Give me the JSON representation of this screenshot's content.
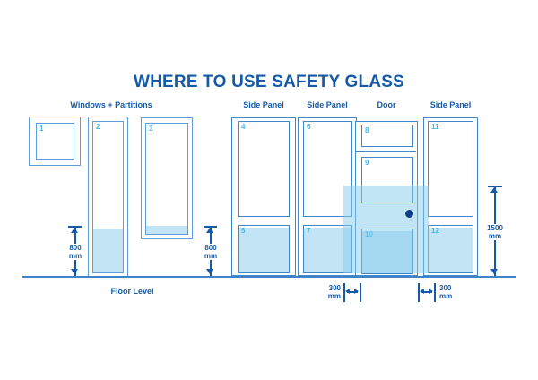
{
  "diagram": {
    "title": "WHERE TO USE SAFETY GLASS",
    "section_labels": {
      "windows": "Windows + Partitions",
      "side_panel_a": "Side Panel",
      "side_panel_b": "Side Panel",
      "door": "Door",
      "side_panel_c": "Side Panel"
    },
    "pane_numbers": [
      "1",
      "2",
      "3",
      "4",
      "5",
      "6",
      "7",
      "8",
      "9",
      "10",
      "11",
      "12"
    ],
    "dimensions": {
      "window_height_left": {
        "value": "800",
        "unit": "mm"
      },
      "window_height_right": {
        "value": "800",
        "unit": "mm"
      },
      "safety_zone_height": {
        "value": "1500",
        "unit": "mm"
      },
      "door_gap_left": {
        "value": "300",
        "unit": "mm"
      },
      "door_gap_right": {
        "value": "300",
        "unit": "mm"
      }
    },
    "floor_label": "Floor Level",
    "colors": {
      "heading_blue": "#155AA8",
      "window_frame_blue": "#5C9DDB",
      "panel_frame_blue": "#4187CD",
      "glass_highlight": "#C2E4F4",
      "zone_highlight": "#86CBEE",
      "number_blue": "#3FB8EA",
      "door_knob": "#0E3E86"
    }
  }
}
